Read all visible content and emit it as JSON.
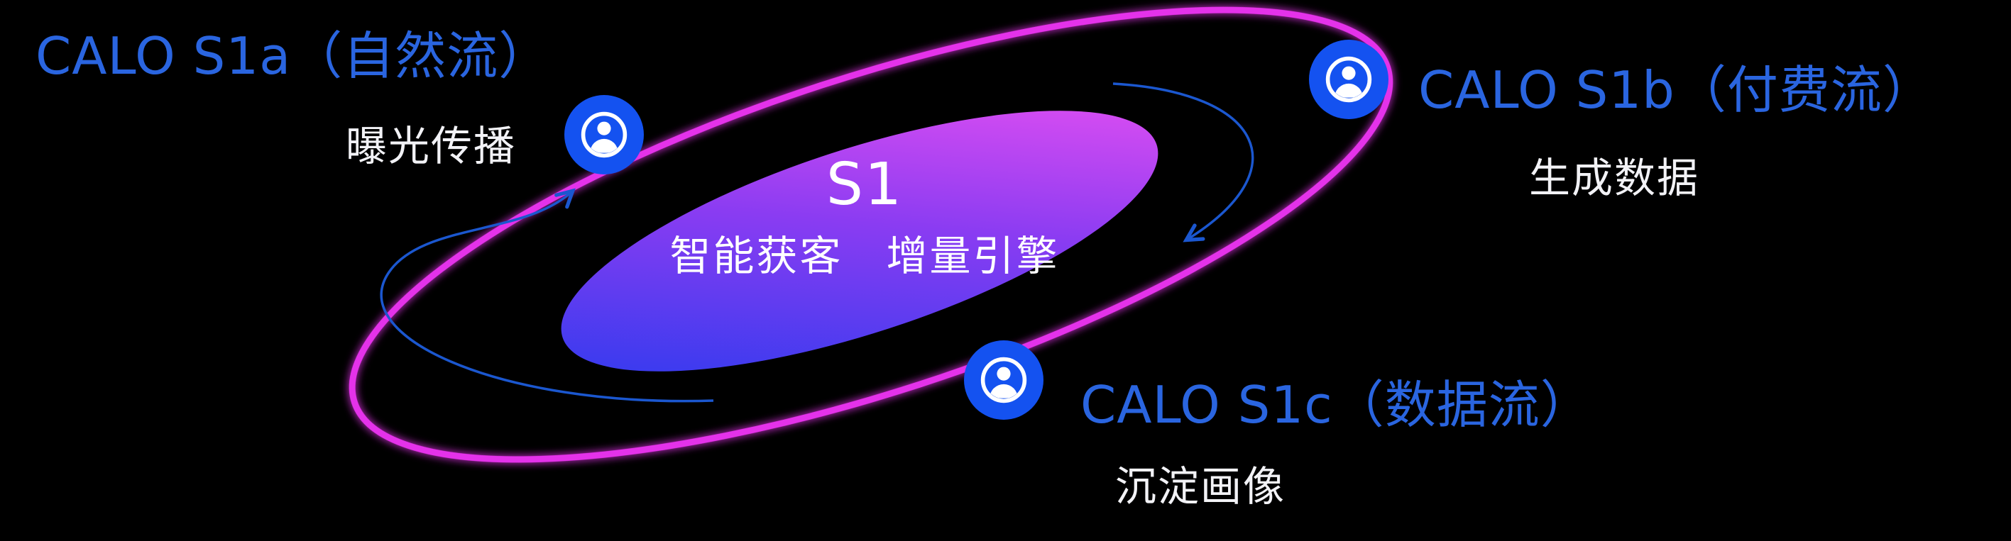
{
  "diagram": {
    "core": {
      "title": "S1",
      "subtitle": "智能获客　增量引擎"
    },
    "nodes": [
      {
        "id": "calo-s1a",
        "label": "CALO S1a（自然流）",
        "sublabel": "曝光传播",
        "icon": "user-icon"
      },
      {
        "id": "calo-s1b",
        "label": "CALO S1b（付费流）",
        "sublabel": "生成数据",
        "icon": "user-icon"
      },
      {
        "id": "calo-s1c",
        "label": "CALO S1c（数据流）",
        "sublabel": "沉淀画像",
        "icon": "user-icon"
      }
    ],
    "colors": {
      "background": "#000000",
      "orbit_ring": "#e431ea",
      "core_gradient_start": "#2d3bee",
      "core_gradient_end": "#e44ff2",
      "node_label_blue": "#2a65e0",
      "icon_blue": "#1452f0",
      "arrow_blue": "#1b57cf",
      "text_white": "#ffffff"
    }
  }
}
